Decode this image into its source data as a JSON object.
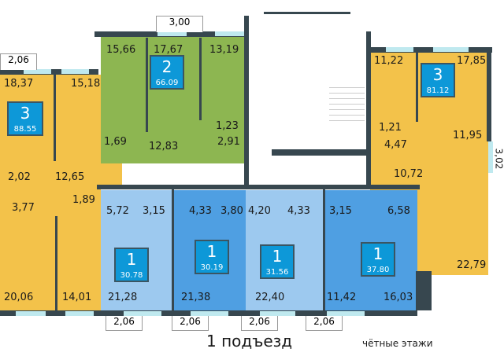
{
  "title": "1 подъезд",
  "subtitle": "чётные этажи",
  "dimensions": [
    "3,00",
    "2,06",
    "3,02",
    "2,06",
    "2,06",
    "2,06",
    "2,06"
  ],
  "apartments": [
    {
      "rooms": "3",
      "area": "88.55",
      "color": "#f3c24a"
    },
    {
      "rooms": "2",
      "area": "66.09",
      "color": "#8db651"
    },
    {
      "rooms": "3",
      "area": "81.12",
      "color": "#f3c24a"
    },
    {
      "rooms": "1",
      "area": "30.78",
      "color": "#9dc9ef"
    },
    {
      "rooms": "1",
      "area": "30.19",
      "color": "#4f9fe2"
    },
    {
      "rooms": "1",
      "area": "31.56",
      "color": "#9dc9ef"
    },
    {
      "rooms": "1",
      "area": "37.80",
      "color": "#4f9fe2"
    }
  ],
  "room_areas": [
    "18,37",
    "15,18",
    "2,02",
    "12,65",
    "3,77",
    "1,89",
    "20,06",
    "14,01",
    "15,66",
    "17,67",
    "13,19",
    "1,23",
    "2,91",
    "1,69",
    "12,83",
    "11,22",
    "17,85",
    "1,21",
    "4,47",
    "11,95",
    "10,72",
    "22,79",
    "5,72",
    "3,15",
    "21,28",
    "4,33",
    "3,80",
    "21,38",
    "4,20",
    "4,33",
    "22,40",
    "3,15",
    "6,58",
    "11,42",
    "16,03"
  ]
}
